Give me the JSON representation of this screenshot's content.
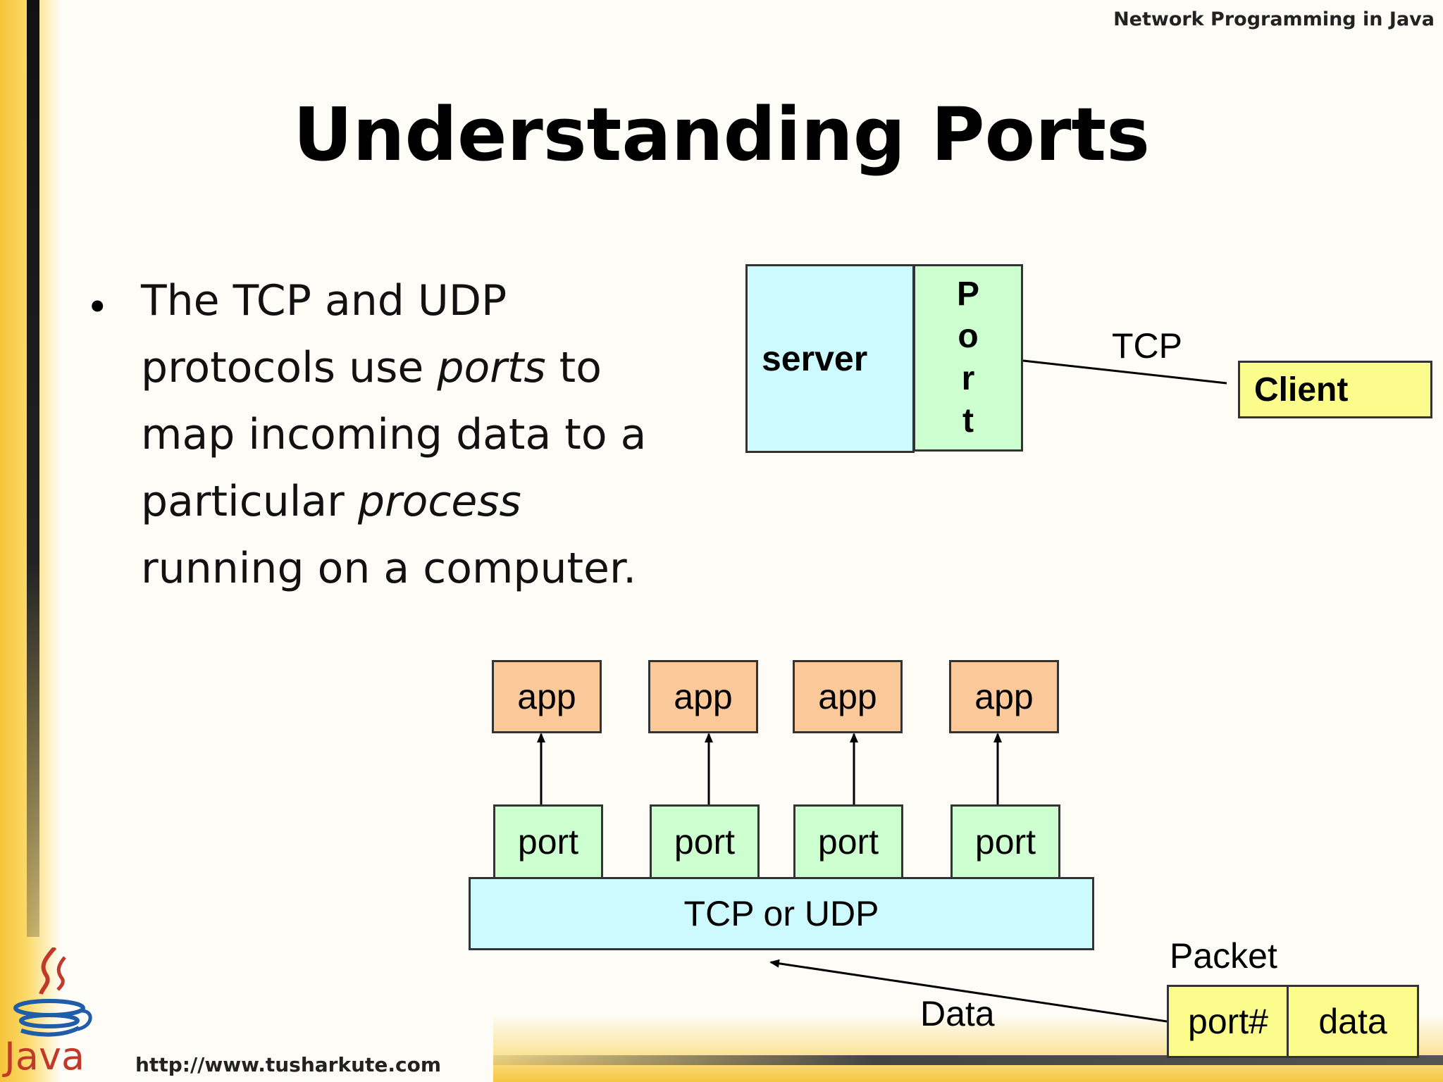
{
  "header": {
    "title": "Network Programming in Java"
  },
  "slide": {
    "title": "Understanding Ports",
    "bullet": {
      "marker": "•",
      "lines": [
        "The TCP and UDP",
        [
          "protocols use ",
          "ports",
          " to"
        ],
        "map incoming data to a",
        [
          "particular ",
          "process"
        ],
        "running on a computer."
      ]
    }
  },
  "diagram_top": {
    "server": "server",
    "port_letters": [
      "P",
      "o",
      "r",
      "t"
    ],
    "connection_label": "TCP",
    "client": "Client"
  },
  "diagram_bottom": {
    "apps": [
      "app",
      "app",
      "app",
      "app"
    ],
    "ports": [
      "port",
      "port",
      "port",
      "port"
    ],
    "transport": "TCP or UDP",
    "packet_label": "Packet",
    "data_label": "Data",
    "packet_fields": [
      "port#",
      "data"
    ]
  },
  "footer": {
    "logo_text": "Java",
    "url": "http://www.tusharkute.com"
  },
  "colors": {
    "server_fill": "#ccfafe",
    "port_fill": "#ccfecf",
    "client_fill": "#fcfc8c",
    "app_fill": "#fbc89a",
    "accent_band": "#f7c53a",
    "java_red": "#c0392b",
    "java_blue": "#1f5da8"
  }
}
